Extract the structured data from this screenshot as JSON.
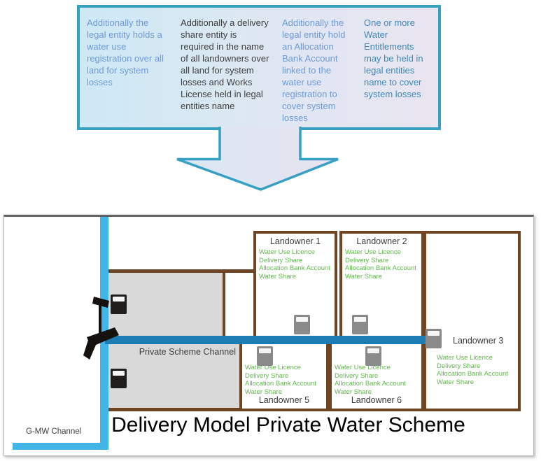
{
  "banner": {
    "columns": [
      {
        "text": "Additionally the legal entity holds a water use registration over all land for system losses",
        "color": "#6e9bd8"
      },
      {
        "text": "Additionally a delivery share entity is required in the name of all landowners over all land for system losses and Works License held in legal entities name",
        "color": "#3f3f3f"
      },
      {
        "text": "Additionally the legal entity hold an Allocation Bank Account linked to the water use registration to cover system losses",
        "color": "#6e9bd8"
      },
      {
        "text": "One or more Water Entitlements may be held in legal entities name to cover system losses",
        "color": "#4189b5"
      }
    ]
  },
  "diagram": {
    "title": "Delivery Model Private Water Scheme",
    "gmw_channel_label": "G-MW Channel",
    "private_scheme_channel_label": "Private Scheme Channel",
    "credentials": [
      "Water Use Licence",
      "Delivery Share",
      "Allocation Bank Account",
      "Water Share"
    ],
    "landowners": [
      {
        "name": "Landowner 1"
      },
      {
        "name": "Landowner 2"
      },
      {
        "name": "Landowner 3"
      },
      {
        "name": "Landowner 5"
      },
      {
        "name": "Landowner 6"
      }
    ]
  },
  "colors": {
    "banner_border": "#35a0c2",
    "banner_bg_left": "#cde9f4",
    "banner_bg_right": "#e9e5f1",
    "channel_light_blue": "#41b4e8",
    "channel_dark_blue": "#1b7db4",
    "boundary_brown": "#6e4423",
    "gray_fill": "#d9d9d9",
    "credential_green": "#5cb947",
    "text_dark": "#3f3f3f"
  }
}
